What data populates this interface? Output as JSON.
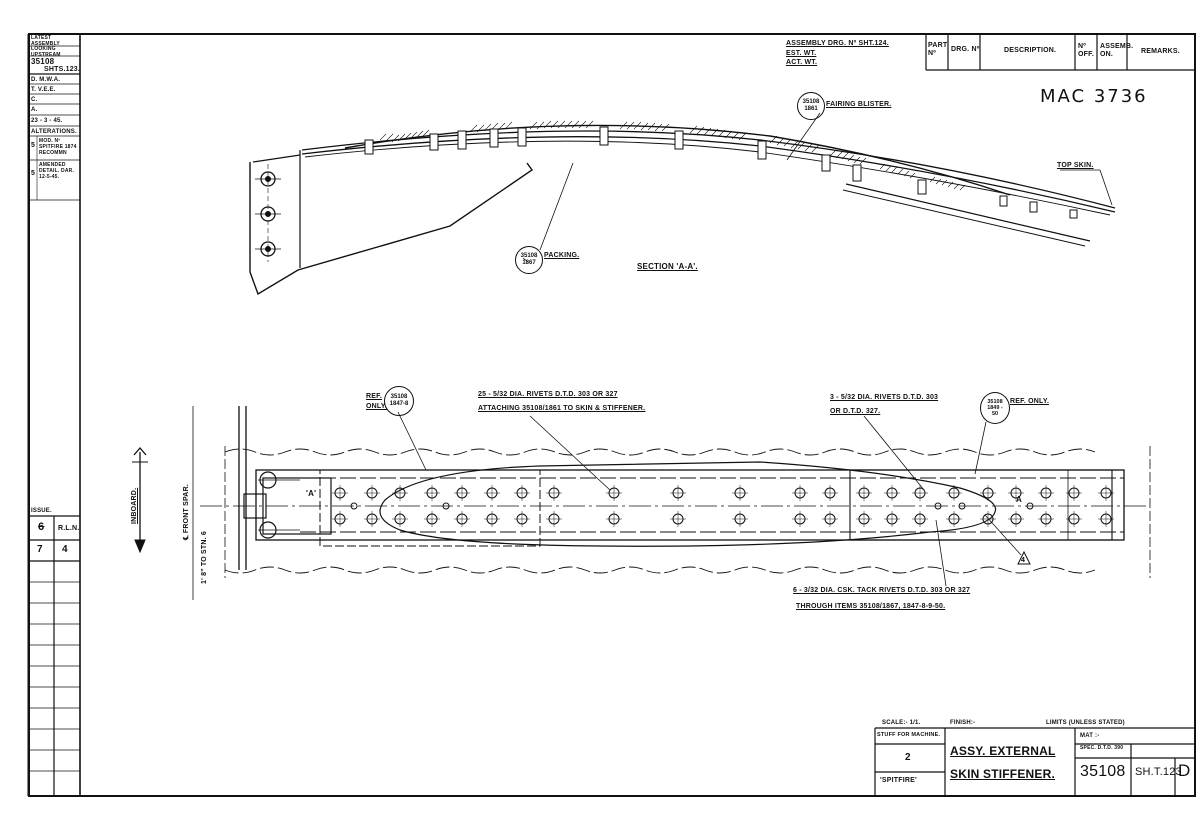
{
  "stamp": "MAC 3736",
  "left_panel": {
    "header": "LATEST ASSEMBLY LOOKING UPSTREAM",
    "drawing_no": "35108",
    "sheets": "SHTS.123.",
    "initials": [
      "D. M.W.A.",
      "T. V.E.E.",
      "C.",
      "A."
    ],
    "date": "23 - 3 - 45.",
    "alterations_label": "ALTERATIONS.",
    "alteration_1_no": "5",
    "alteration_1_text": "MOD. Nº SPITFIRE 1874 RECOMMN",
    "alteration_2_no": "5",
    "alteration_2_text": "AMENDED DETAIL. DAR. 12-5-45.",
    "issue_label": "ISSUE.",
    "rln_label": "R.L.N.",
    "issue_struck": "6",
    "issue_row_values": [
      "7",
      "4"
    ]
  },
  "header_block": {
    "assembly_line": "ASSEMBLY DRG. Nº SHT.124.",
    "est_wt": "EST. WT.",
    "act_wt": "ACT. WT.",
    "col_part_no": "PART Nº",
    "col_drg_no": "DRG. Nº",
    "col_description": "DESCRIPTION.",
    "col_no_off": "Nº OFF.",
    "col_assemb_on": "ASSEMB. ON.",
    "col_remarks": "REMARKS."
  },
  "section_view": {
    "title": "SECTION 'A-A'.",
    "fairing_ref": [
      "35108",
      "1861"
    ],
    "fairing_label": "FAIRING BLISTER.",
    "packing_ref": [
      "35108",
      "1867"
    ],
    "packing_label": "PACKING.",
    "top_skin_label": "TOP SKIN."
  },
  "plan_view": {
    "ref_left_label": "REF. ONLY.",
    "ref_left_balloon": [
      "35108",
      "1847-8"
    ],
    "rivet_note_1a": "25 - 5/32 DIA. RIVETS D.T.D. 303 OR 327",
    "rivet_note_1b": "ATTACHING 35108/1861 TO SKIN & STIFFENER.",
    "rivet_note_2a": "3 - 5/32 DIA. RIVETS D.T.D. 303",
    "rivet_note_2b": "OR D.T.D. 327.",
    "ref_right_balloon": [
      "35108",
      "1849 -",
      "50"
    ],
    "ref_right_label": "REF. ONLY.",
    "csk_note_a": "6 - 3/32 DIA. CSK. TACK RIVETS D.T.D. 303 OR 327",
    "csk_note_b": "THROUGH ITEMS 35108/1867, 1847-8-9-50.",
    "inboard_label": "INBOARD.",
    "front_spar_label": "℄ FRONT SPAR.",
    "station_label": "1' 8\" TO STN. 6",
    "section_mark_left": "'A'",
    "section_mark_right": "A",
    "revision_marker": "4"
  },
  "title_block": {
    "scale": "SCALE:- 1/1.",
    "finish": "FINISH:-",
    "limits": "LIMITS (UNLESS STATED)",
    "stuff_for_machine": "STUFF FOR MACHINE.",
    "mat": "MAT :-",
    "spec": "SPEC. D.T.D. 390",
    "qty": "2",
    "title_line_1": "ASSY. EXTERNAL",
    "title_line_2": "SKIN STIFFENER.",
    "aircraft": "'SPITFIRE'",
    "drawing_number": "35108",
    "sheet": "SH.T.123",
    "issue_letter": "D"
  }
}
